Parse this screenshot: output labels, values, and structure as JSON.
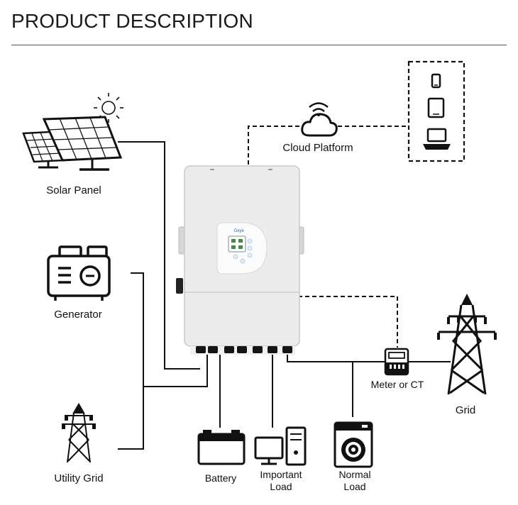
{
  "header": {
    "title": "PRODUCT DESCRIPTION"
  },
  "labels": {
    "solar_panel": "Solar Panel",
    "generator": "Generator",
    "utility_grid": "Utility Grid",
    "cloud_platform": "Cloud Platform",
    "meter": "Meter or CT",
    "grid": "Grid",
    "battery": "Battery",
    "important_load_1": "Important",
    "important_load_2": "Load",
    "normal_load_1": "Normal",
    "normal_load_2": "Load",
    "inverter_brand": "Deye"
  },
  "colors": {
    "line": "#111111",
    "inverter_body": "#ececec",
    "inverter_edge": "#c9c9c9"
  }
}
